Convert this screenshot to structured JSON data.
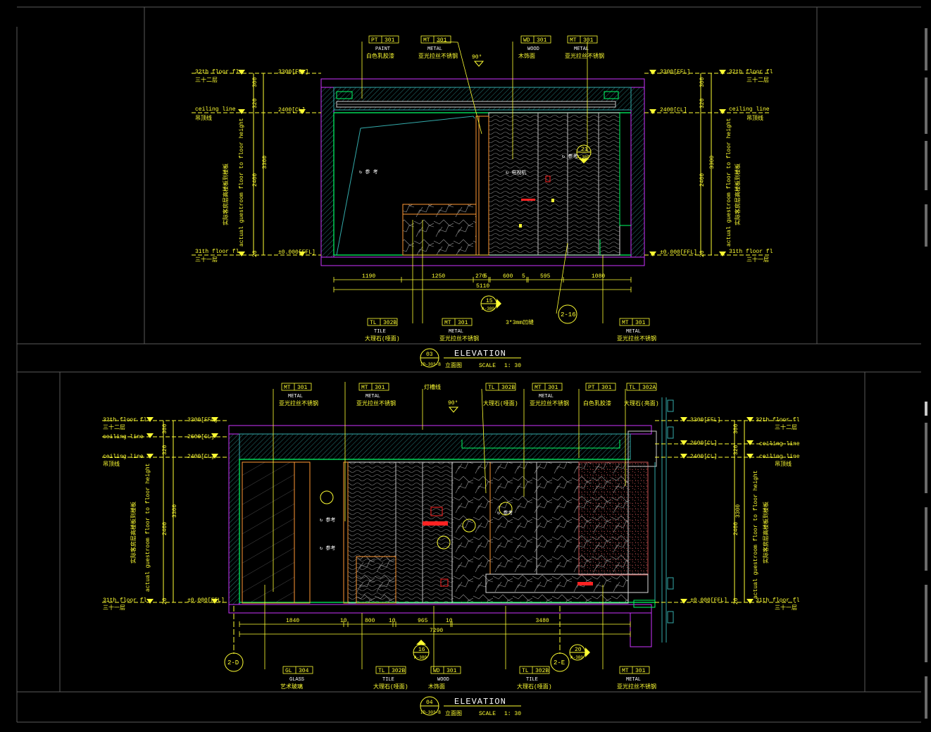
{
  "colors": {
    "background": "#000000",
    "frame": "#5a5a5a",
    "magenta": "#cc33ff",
    "yellow": "#ffff33",
    "cyan": "#33ffff",
    "green": "#00ff66",
    "orange": "#ff9933",
    "red": "#ff2222"
  },
  "top": {
    "levels_left": [
      {
        "en": "32th floor fl",
        "zh": "三十二层",
        "elev": "3300[FFL]"
      },
      {
        "en": "ceiling line",
        "zh": "吊顶线",
        "elev": "2400[CL]"
      },
      {
        "en": "31th floor fl",
        "zh": "三十一层",
        "elev": "±0.000[FFL]"
      }
    ],
    "levels_right": [
      {
        "en": "32th floor fl",
        "zh": "三十二层",
        "elev": "3300[FFL]"
      },
      {
        "en": "ceiling line",
        "zh": "吊顶线",
        "elev": "2400[CL]"
      },
      {
        "en": "31th floor fl",
        "zh": "三十一层",
        "elev": "±0.000[FFL]"
      }
    ],
    "vert_dims": [
      "300",
      "320",
      "3300",
      "2400",
      "20"
    ],
    "vert_label": "actual guestroom floor to floor height",
    "vert_label_zh": "实际客房层高楼板到楼板",
    "tags_top": [
      {
        "code": "PT",
        "num": "301",
        "name": "PAINT",
        "zh": "白色乳胶漆"
      },
      {
        "code": "MT",
        "num": "301",
        "name": "METAL",
        "zh": "亚光拉丝不锈钢"
      },
      {
        "code": "WD",
        "num": "301",
        "name": "WOOD",
        "zh": "木饰面"
      },
      {
        "code": "MT",
        "num": "301",
        "name": "METAL",
        "zh": "亚光拉丝不锈钢"
      }
    ],
    "tags_bottom": [
      {
        "code": "TL",
        "num": "302B",
        "name": "TILE",
        "zh": "大理石(哑面)"
      },
      {
        "code": "MT",
        "num": "301",
        "name": "METAL",
        "zh": "亚光拉丝不锈钢"
      },
      {
        "code": "MT",
        "num": "301",
        "name": "METAL",
        "zh": "亚光拉丝不锈钢"
      }
    ],
    "dims": [
      "1190",
      "1250",
      "270",
      "5",
      "600",
      "5",
      "595",
      "1080"
    ],
    "total": "5110",
    "angle": "90°",
    "note": "3*3mm凹缝",
    "sections": [
      {
        "a": "15",
        "b": "A-380"
      },
      {
        "a": "21",
        "b": "A-380"
      }
    ],
    "grid": "2-16",
    "drawing_no": "03",
    "sheet_ref": "ID-303-B",
    "title": "ELEVATION",
    "title_zh": "立面图",
    "scale_label": "SCALE",
    "scale": "1: 30"
  },
  "bottom": {
    "levels_left": [
      {
        "en": "32th floor fl",
        "zh": "三十二层",
        "elev": "3300[FFL]"
      },
      {
        "en": "ceiling line",
        "zh": "",
        "elev": "2600[CL]"
      },
      {
        "en": "ceiling line",
        "zh": "吊顶线",
        "elev": "2400[CL]"
      },
      {
        "en": "31th floor fl",
        "zh": "三十一层",
        "elev": "±0.000[FFL]"
      }
    ],
    "levels_right": [
      {
        "en": "32th floor fl",
        "zh": "三十二层",
        "elev": "3300[FFL]"
      },
      {
        "en": "ceiling line",
        "zh": "",
        "elev": "2600[CL]"
      },
      {
        "en": "ceiling line",
        "zh": "吊顶线",
        "elev": "2400[CL]"
      },
      {
        "en": "31th floor fl",
        "zh": "三十一层",
        "elev": "±0.000[FFL]"
      }
    ],
    "vert_dims": [
      "300",
      "320",
      "3300",
      "2400",
      "20"
    ],
    "vert_label": "actual guestroom floor to floor height",
    "vert_label_zh": "实际客房层高楼板到楼板",
    "tags_top": [
      {
        "code": "MT",
        "num": "301",
        "name": "METAL",
        "zh": "亚光拉丝不锈钢"
      },
      {
        "code": "MT",
        "num": "301",
        "name": "METAL",
        "zh": "亚光拉丝不锈钢"
      },
      {
        "code": "TL",
        "num": "302B",
        "name": "",
        "zh": "大理石(哑面)"
      },
      {
        "code": "MT",
        "num": "301",
        "name": "METAL",
        "zh": "亚光拉丝不锈钢"
      },
      {
        "code": "PT",
        "num": "301",
        "name": "",
        "zh": "白色乳胶漆"
      },
      {
        "code": "TL",
        "num": "302A",
        "name": "",
        "zh": "大理石(亮面)"
      }
    ],
    "tags_bottom": [
      {
        "code": "GL",
        "num": "304",
        "name": "GLASS",
        "zh": "艺术玻璃"
      },
      {
        "code": "TL",
        "num": "302B",
        "name": "TILE",
        "zh": "大理石(哑面)"
      },
      {
        "code": "WD",
        "num": "301",
        "name": "WOOD",
        "zh": "木饰面"
      },
      {
        "code": "TL",
        "num": "302B",
        "name": "TILE",
        "zh": "大理石(哑面)"
      },
      {
        "code": "MT",
        "num": "301",
        "name": "METAL",
        "zh": "亚光拉丝不锈钢"
      }
    ],
    "dims": [
      "1840",
      "10",
      "800",
      "10",
      "965",
      "10",
      "3480"
    ],
    "total": "7290",
    "angle": "90°",
    "note": "灯槽线",
    "sections": [
      {
        "a": "16",
        "b": "A-380"
      },
      {
        "a": "20",
        "b": "A-380"
      }
    ],
    "grids": [
      "2-D",
      "2-E"
    ],
    "drawing_no": "04",
    "sheet_ref": "ID-303-B",
    "title": "ELEVATION",
    "title_zh": "立面图",
    "scale_label": "SCALE",
    "scale": "1: 30"
  }
}
